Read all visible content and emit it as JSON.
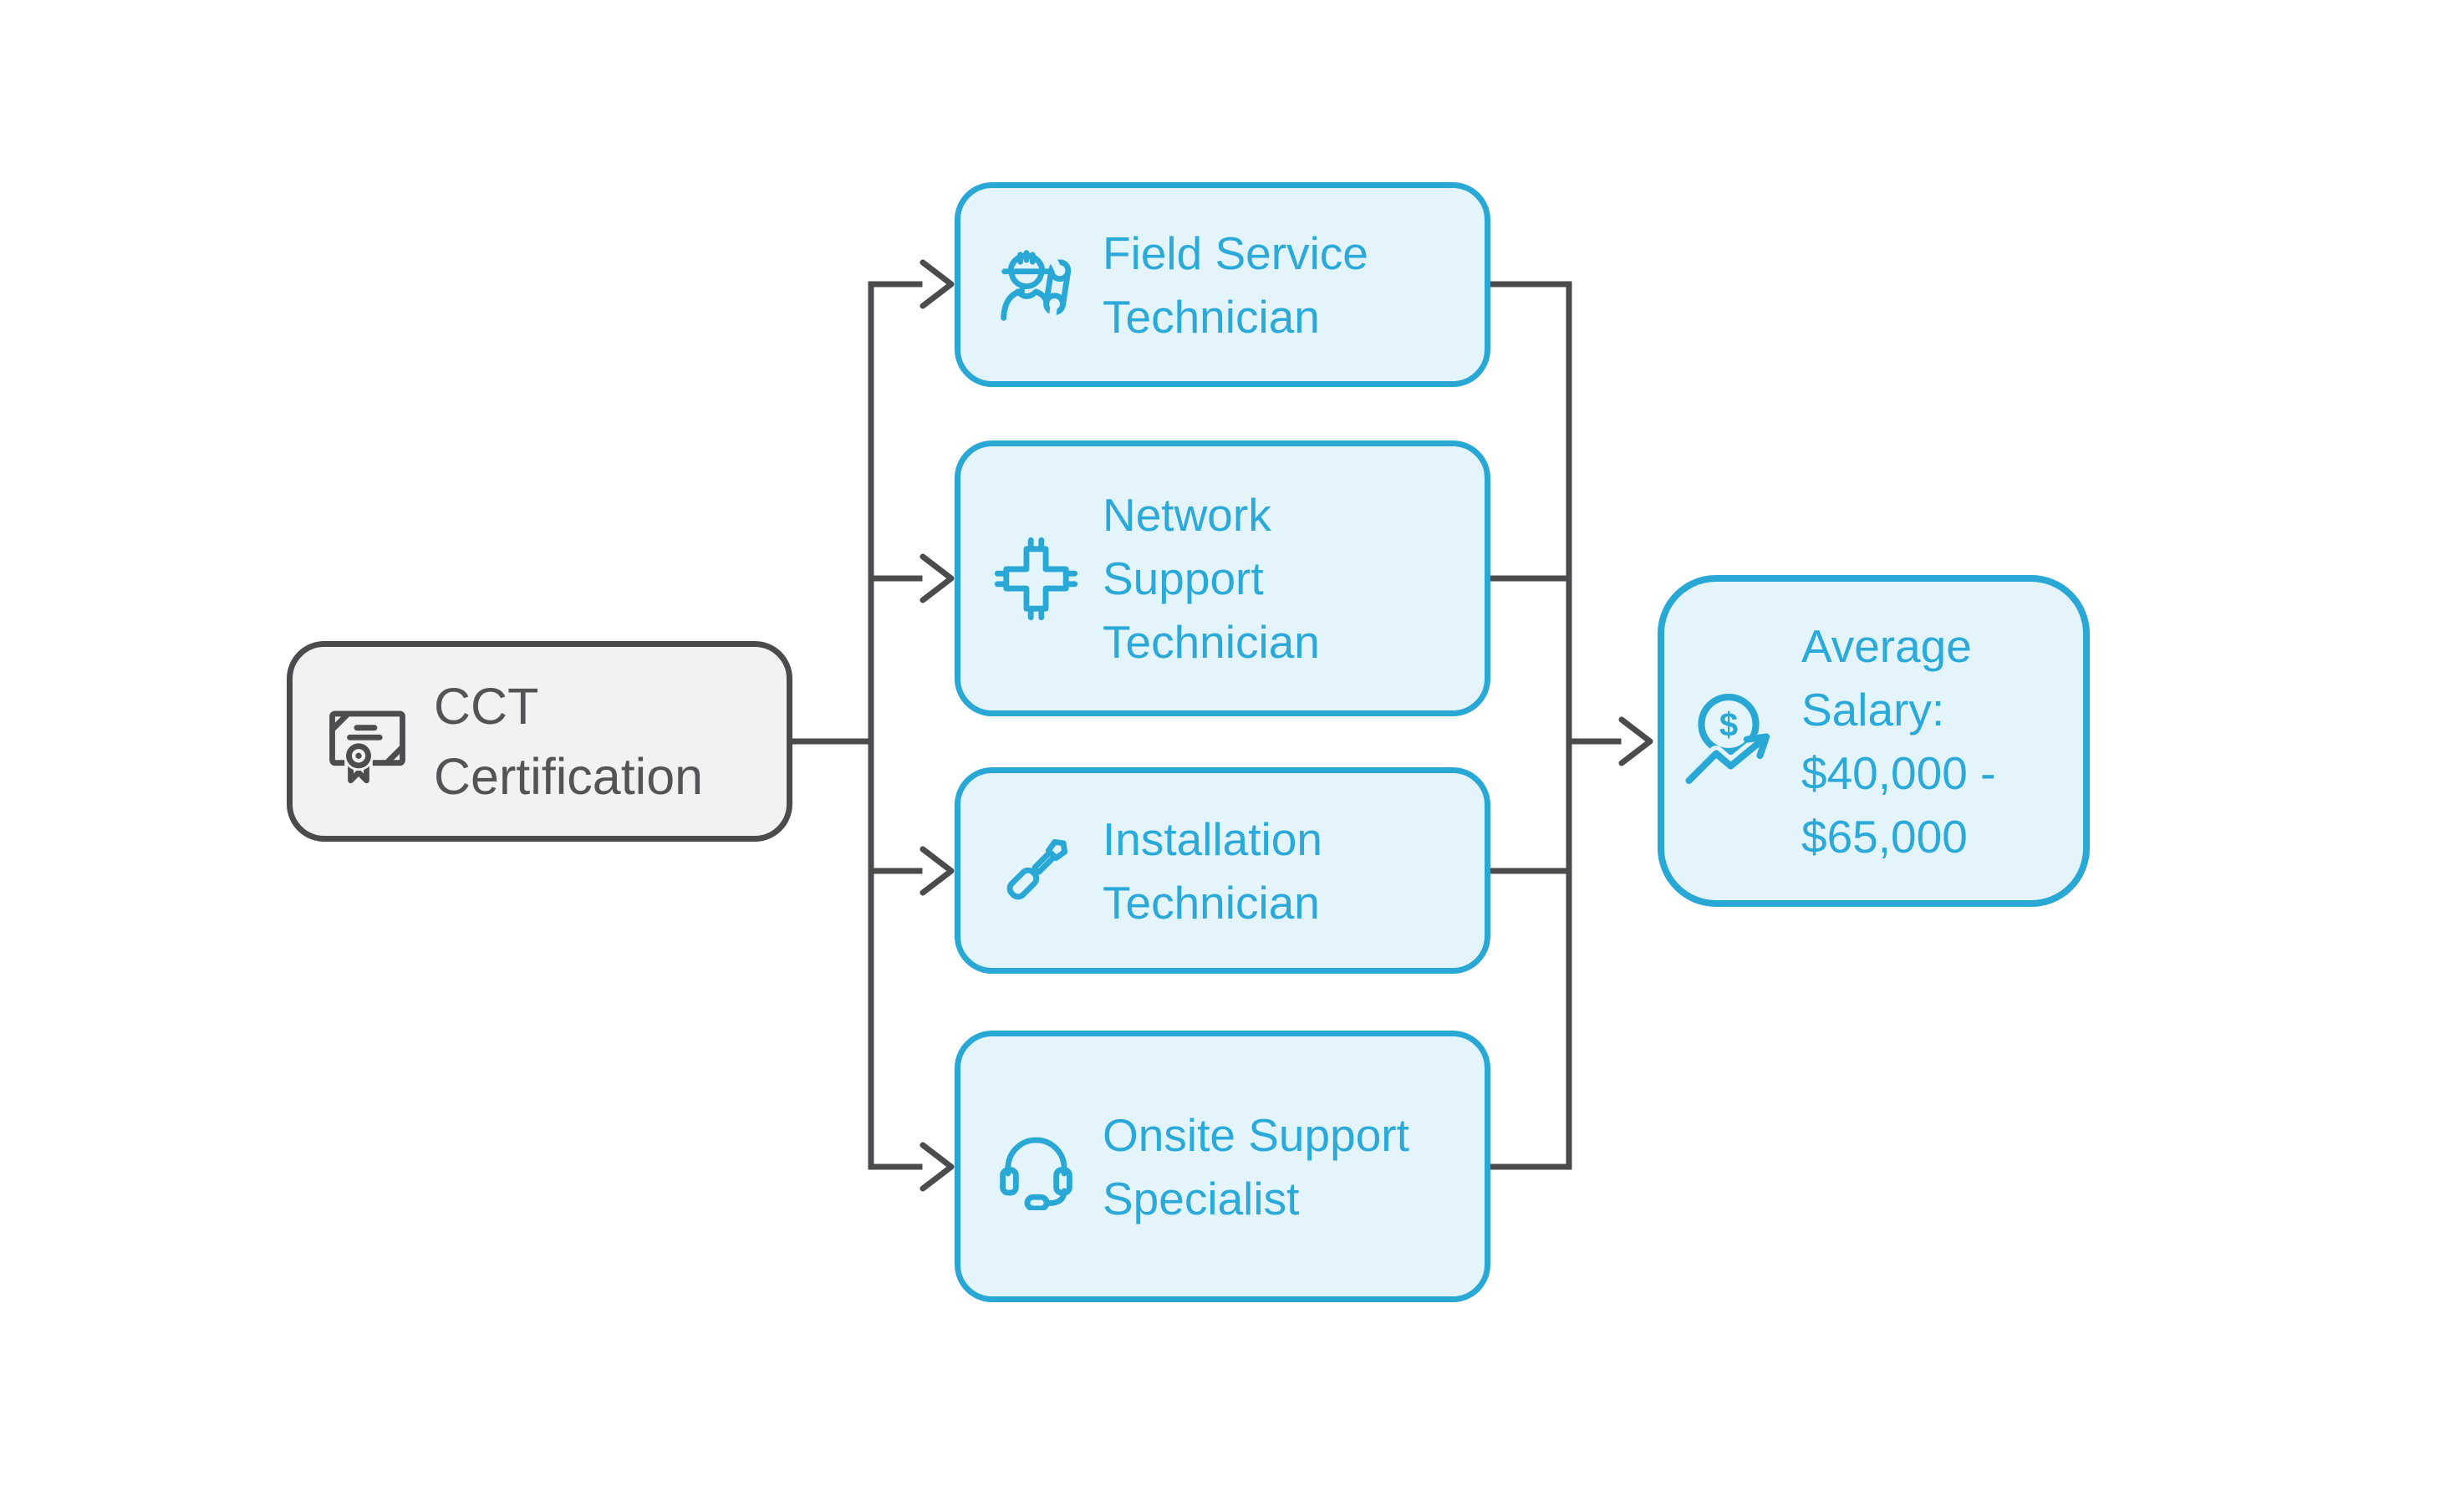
{
  "diagram": {
    "title_implicit": "CCT Certification career paths",
    "source": {
      "label": "CCT Certification",
      "icon": "certificate-icon"
    },
    "roles": [
      {
        "label": "Field Service Technician",
        "icon": "field-service-worker-icon"
      },
      {
        "label": "Network Support Technician",
        "icon": "network-chip-icon"
      },
      {
        "label": "Installation Technician",
        "icon": "screwdriver-icon"
      },
      {
        "label": "Onsite Support Specialist",
        "icon": "headset-icon"
      }
    ],
    "result": {
      "label": "Average Salary: $40,000 - $65,000",
      "icon": "salary-trend-icon"
    },
    "colors": {
      "accent_blue": "#29a8d6",
      "accent_blue_fill": "#e4f4fb",
      "accent_blue_text": "#2ba9d8",
      "neutral_gray": "#4b4b4d",
      "neutral_gray_fill": "#f2f2f3",
      "connector": "#4b4b4d",
      "background": "#ffffff"
    }
  }
}
